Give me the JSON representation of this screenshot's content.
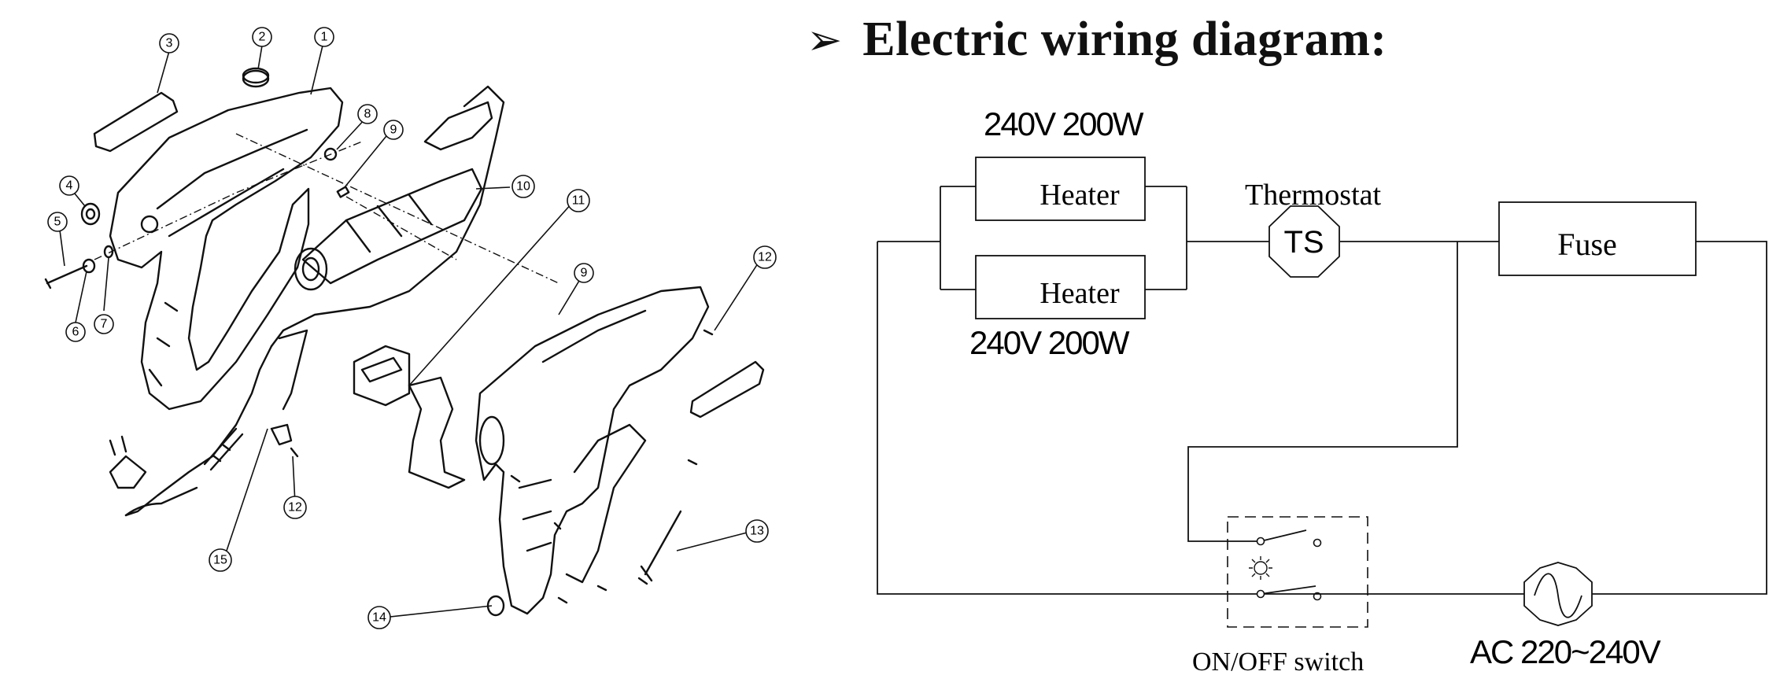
{
  "title": {
    "arrow": "➢",
    "text": "Electric wiring diagram:"
  },
  "exploded_view": {
    "callouts": [
      "1",
      "2",
      "3",
      "4",
      "5",
      "6",
      "7",
      "8",
      "9",
      "9",
      "10",
      "11",
      "12",
      "12",
      "13",
      "14",
      "15"
    ]
  },
  "wiring": {
    "heater_top_rating": "240V 200W",
    "heater_bottom_rating": "240V 200W",
    "heater_top_label": "Heater",
    "heater_bottom_label": "Heater",
    "thermostat_label": "Thermostat",
    "thermostat_symbol": "TS",
    "fuse_label": "Fuse",
    "switch_label": "ON/OFF switch",
    "supply_label": "AC 220~240V"
  }
}
